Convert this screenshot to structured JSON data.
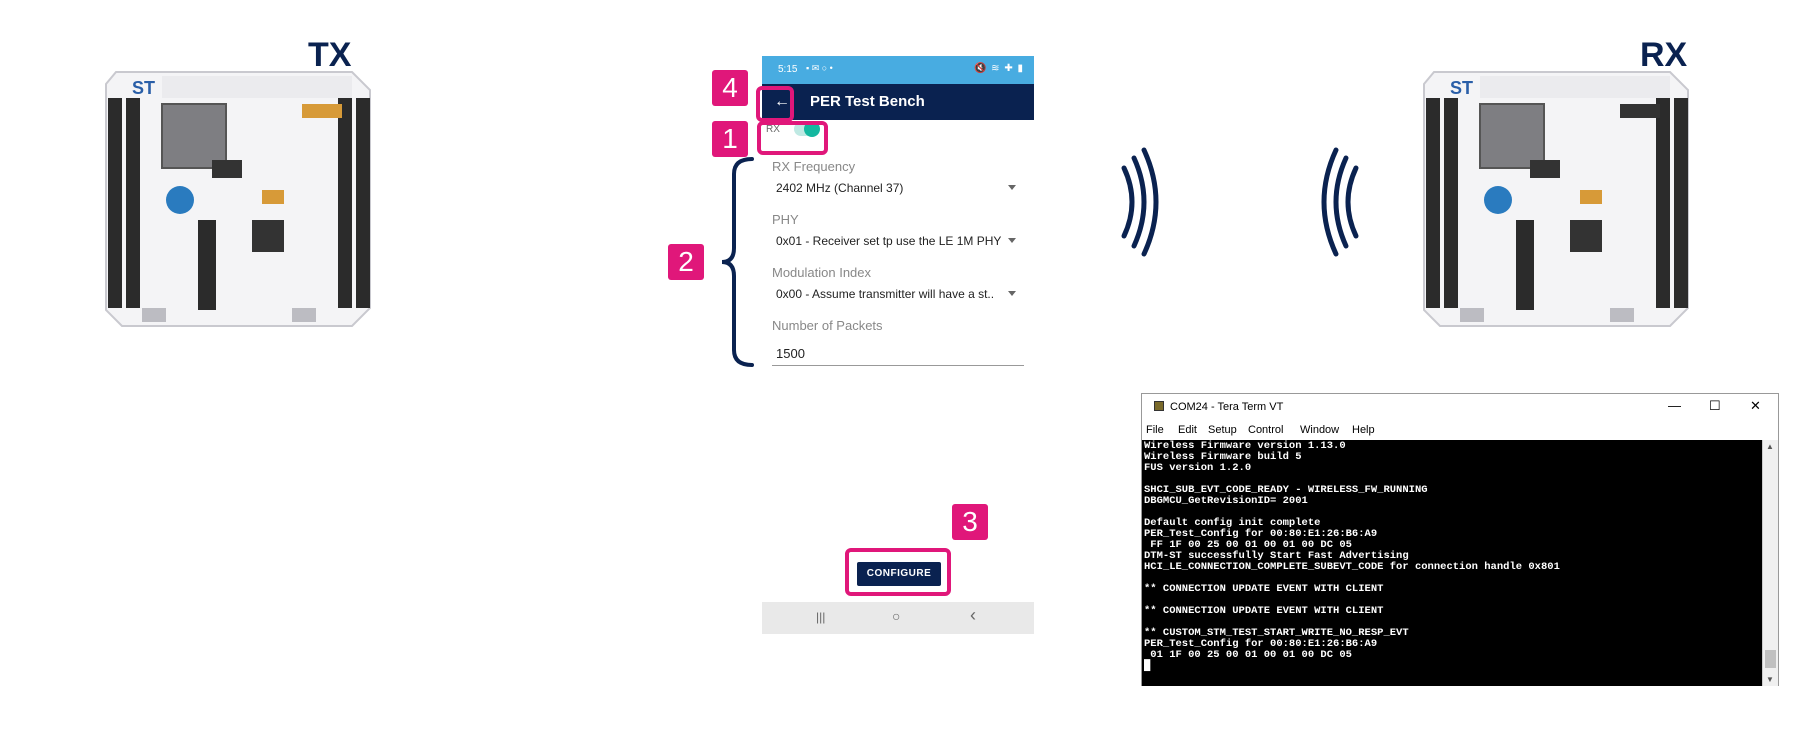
{
  "tx_title": "TX",
  "rx_title": "RX",
  "colors": {
    "brand_navy": "#0a2250",
    "callout_pink": "#e0177a",
    "statusbar_blue": "#48ace1",
    "toggle_teal": "#14b8a0"
  },
  "phone": {
    "status_time": "5:15",
    "app_title": "PER Test Bench",
    "rx_toggle_label": "RX",
    "rx_toggle_on": true,
    "fields": {
      "rx_frequency_label": "RX Frequency",
      "rx_frequency_value": "2402 MHz (Channel 37)",
      "phy_label": "PHY",
      "phy_value": "0x01 - Receiver set tp use the LE 1M PHY",
      "mod_label": "Modulation Index",
      "mod_value": "0x00 - Assume transmitter will have a st..",
      "packets_label": "Number of Packets",
      "packets_value": "1500"
    },
    "configure_label": "CONFIGURE",
    "nav": {
      "recents": "|||",
      "home": "○",
      "back": "‹"
    }
  },
  "callouts": {
    "one": "1",
    "two": "2",
    "three": "3",
    "four": "4"
  },
  "terminal": {
    "title": "COM24 - Tera Term VT",
    "menu": [
      "File",
      "Edit",
      "Setup",
      "Control",
      "Window",
      "Help"
    ],
    "lines": "Wireless Firmware version 1.13.0\nWireless Firmware build 5\nFUS version 1.2.0\n\nSHCI_SUB_EVT_CODE_READY - WIRELESS_FW_RUNNING\nDBGMCU_GetRevisionID= 2001\n\nDefault config init complete\nPER_Test_Config for 00:80:E1:26:B6:A9\n FF 1F 00 25 00 01 00 01 00 DC 05\nDTM-ST successfully Start Fast Advertising\nHCI_LE_CONNECTION_COMPLETE_SUBEVT_CODE for connection handle 0x801\n\n** CONNECTION UPDATE EVENT WITH CLIENT\n\n** CONNECTION UPDATE EVENT WITH CLIENT\n\n** CUSTOM_STM_TEST_START_WRITE_NO_RESP_EVT\nPER_Test_Config for 00:80:E1:26:B6:A9\n 01 1F 00 25 00 01 00 01 00 DC 05\n█"
  }
}
